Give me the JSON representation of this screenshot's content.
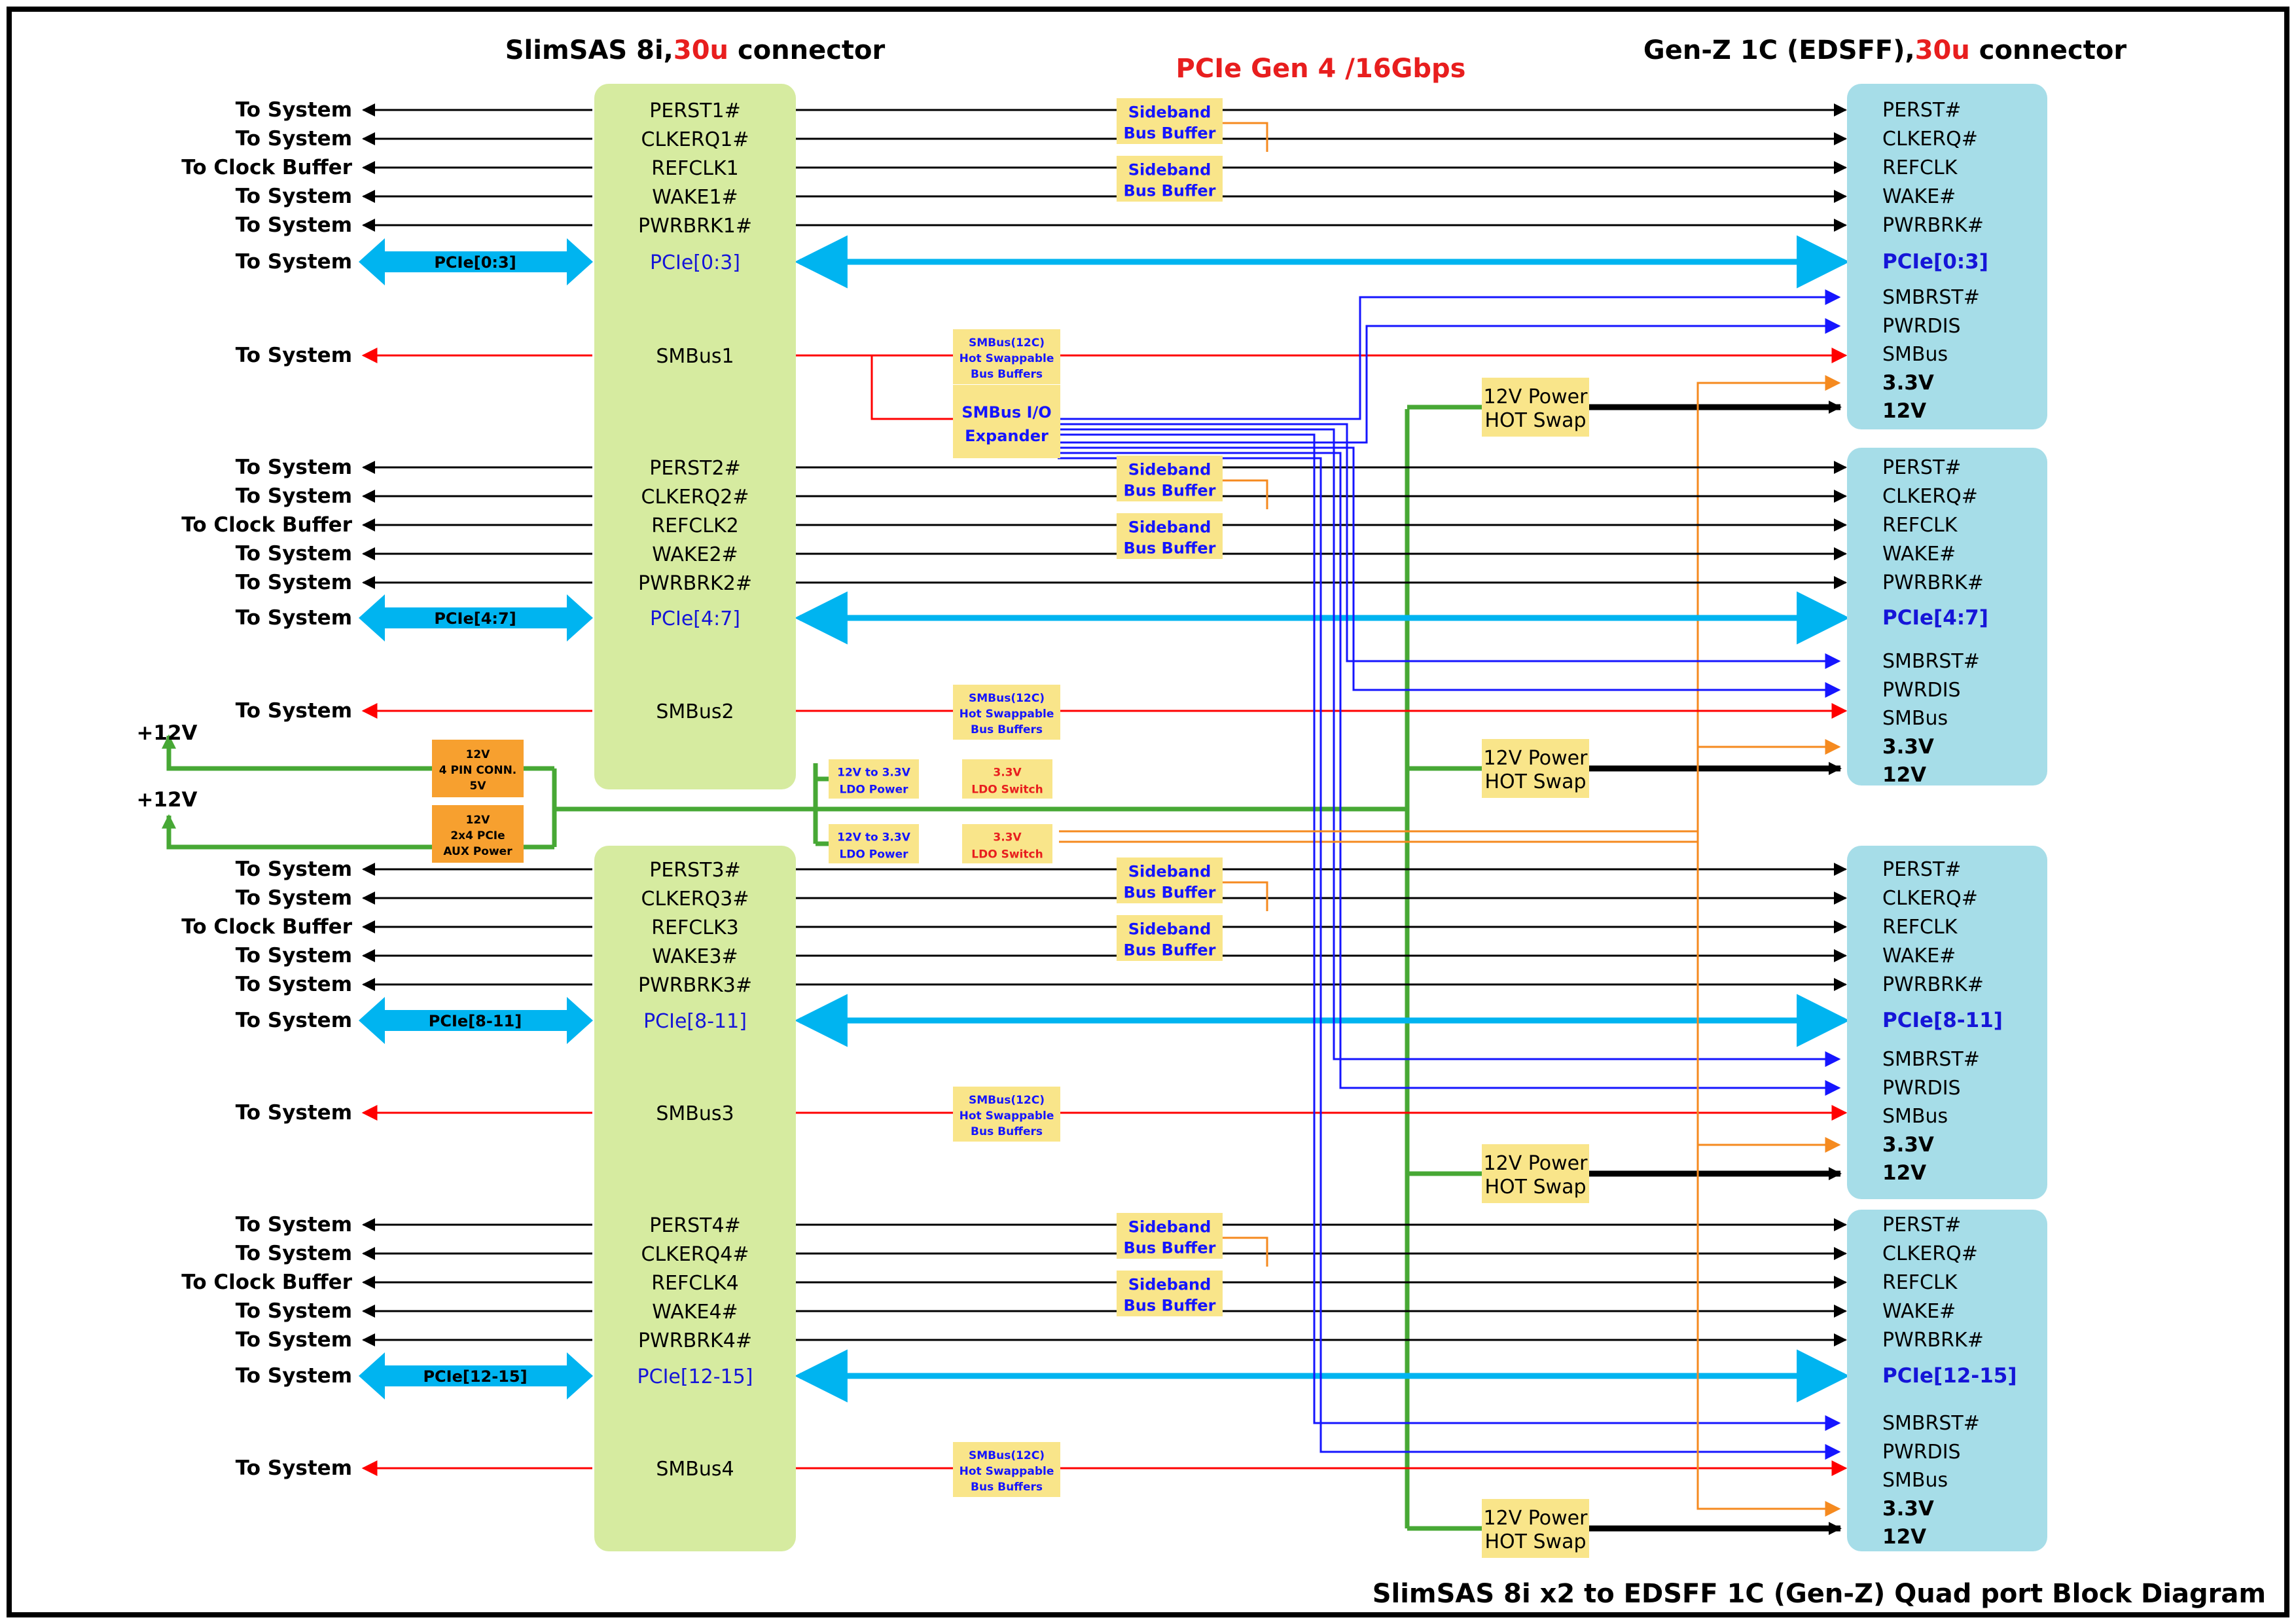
{
  "title": "SlimSAS 8i x2 to EDSFF 1C (Gen-Z) Quad port Block Diagram",
  "left_header": {
    "prefix": "SlimSAS 8i,",
    "highlight": "30u",
    "suffix": " connector"
  },
  "right_header": {
    "prefix": "Gen-Z 1C (EDSFF),",
    "highlight": "30u",
    "suffix": " connector"
  },
  "pcie_gen": "PCIe Gen 4 /16Gbps",
  "colors": {
    "connector_left": "#d6eba0",
    "connector_right": "#a6dde8",
    "buffer": "#f9e58a",
    "power_block": "#f7a02f",
    "lane_arrow": "#00b4f0",
    "smbus": "#ff0000",
    "ctrl": "#1515ff",
    "power": "#47a835",
    "sideband": "#f58a1f"
  },
  "to_system": "To System",
  "to_clock_buffer": "To Clock Buffer",
  "rail_12v": "+12V",
  "ports": [
    {
      "signals": [
        "PERST1#",
        "CLKERQ1#",
        "REFCLK1",
        "WAKE1#",
        "PWRBRK1#"
      ],
      "pcie": "PCIe[0:3]",
      "smbus": "SMBus1"
    },
    {
      "signals": [
        "PERST2#",
        "CLKERQ2#",
        "REFCLK2",
        "WAKE2#",
        "PWRBRK2#"
      ],
      "pcie": "PCIe[4:7]",
      "smbus": "SMBus2"
    },
    {
      "signals": [
        "PERST3#",
        "CLKERQ3#",
        "REFCLK3",
        "WAKE3#",
        "PWRBRK3#"
      ],
      "pcie": "PCIe[8-11]",
      "smbus": "SMBus3"
    },
    {
      "signals": [
        "PERST4#",
        "CLKERQ4#",
        "REFCLK4",
        "WAKE4#",
        "PWRBRK4#"
      ],
      "pcie": "PCIe[12-15]",
      "smbus": "SMBus4"
    }
  ],
  "edsff_pins": [
    "PERST#",
    "CLKERQ#",
    "REFCLK",
    "WAKE#",
    "PWRBRK#",
    "SMBRST#",
    "PWRDIS",
    "SMBus",
    "3.3V",
    "12V"
  ],
  "blocks": {
    "sideband": [
      "Sideband",
      "Bus Buffer"
    ],
    "smbus_buffer": [
      "SMBus(12C)",
      "Hot Swappable",
      "Bus Buffers"
    ],
    "io_expander": [
      "SMBus I/O",
      "Expander"
    ],
    "hot_swap": [
      "12V Power",
      "HOT Swap"
    ],
    "ldo_power": [
      "12V to 3.3V",
      "LDO Power"
    ],
    "ldo_switch": [
      "3.3V",
      "LDO Switch"
    ],
    "pin_conn": [
      "12V",
      "4 PIN CONN.",
      "5V"
    ],
    "aux_power": [
      "12V",
      "2x4 PCIe",
      "AUX Power"
    ]
  }
}
